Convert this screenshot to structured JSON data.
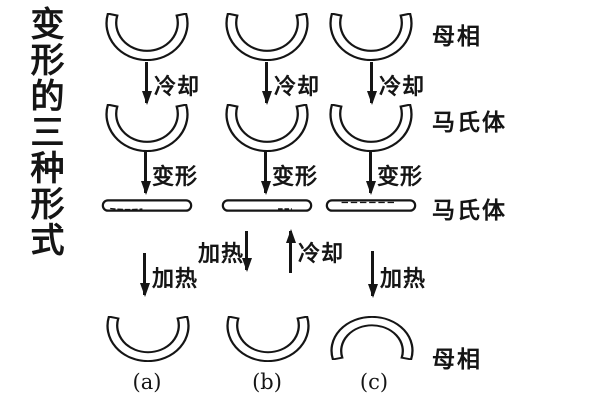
{
  "colors": {
    "ink": "#151515",
    "background": "#ffffff"
  },
  "title": "变形的三种形式",
  "phase_labels": {
    "row1": "母相",
    "row2": "马氏体",
    "row3": "马氏体",
    "row4": "母相"
  },
  "columns": {
    "a": {
      "caption": "(a)",
      "step1": "冷却",
      "step2": "变形",
      "step3": "加热"
    },
    "b": {
      "caption": "(b)",
      "step1": "冷却",
      "step2": "变形",
      "step3_heating": "加热",
      "step3_cooling": "冷却"
    },
    "c": {
      "caption": "(c)",
      "step1": "冷却",
      "step2": "变形",
      "step3": "加热"
    }
  }
}
